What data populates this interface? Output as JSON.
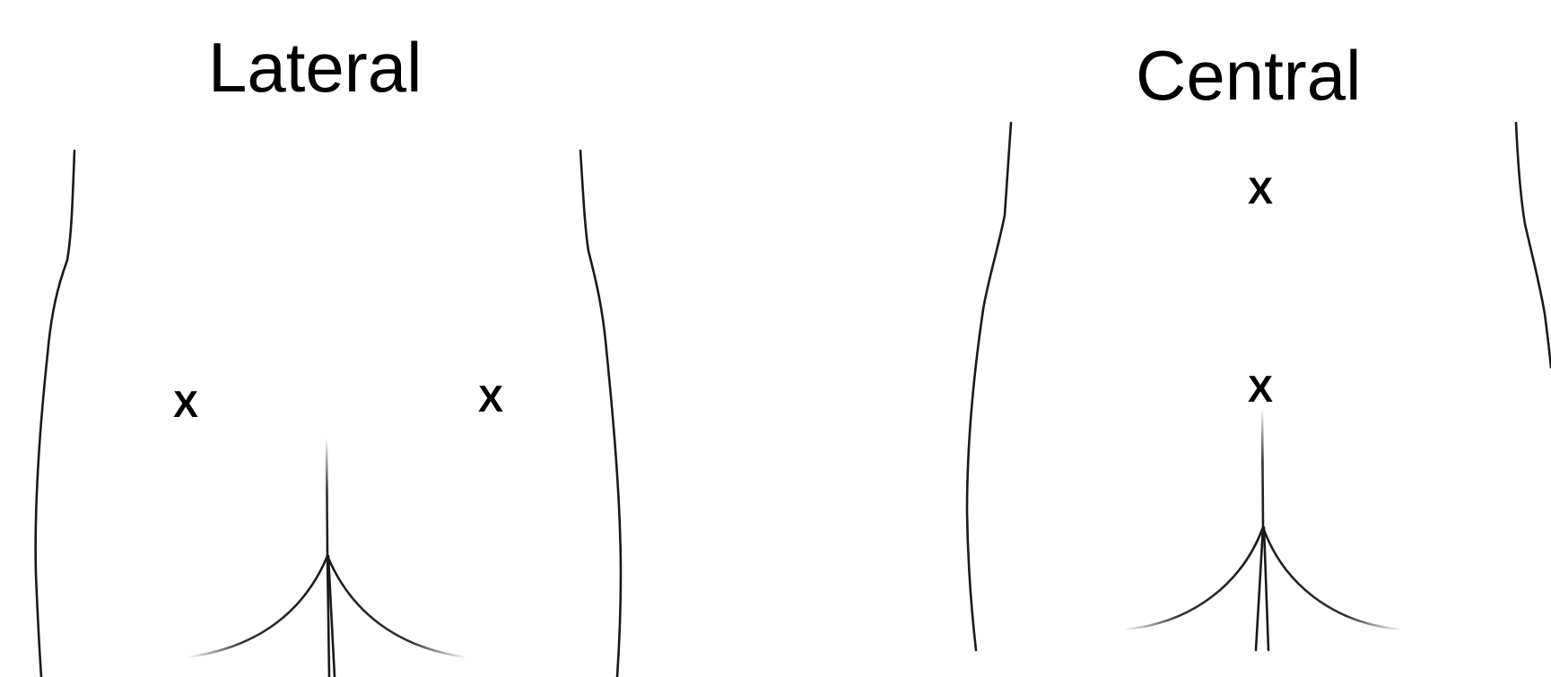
{
  "panels": [
    {
      "title": "Lateral",
      "marks": [
        "X",
        "X"
      ]
    },
    {
      "title": "Central",
      "marks": [
        "X",
        "X"
      ]
    }
  ],
  "colors": {
    "background": "#ffffff",
    "line": "#1a1a1a",
    "text": "#000000"
  }
}
